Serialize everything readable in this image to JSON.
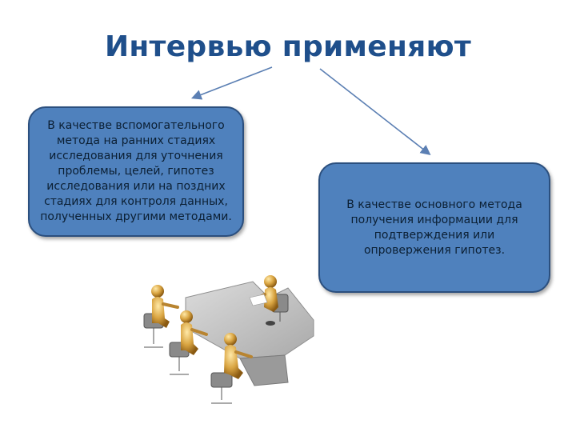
{
  "title": "Интервью применяют",
  "boxes": {
    "left": "В качестве вспомогательного метода на ранних стадиях исследования для уточнения проблемы, целей, гипотез исследования или на поздних стадиях для контроля данных, полученных другими методами.",
    "right": "В качестве основного метода получения информации для подтверждения или опровержения гипотез."
  },
  "colors": {
    "title": "#1f4f8b",
    "box_fill": "#4f81bd",
    "box_border": "#2b4f7e",
    "arrow": "#5b7fb3"
  },
  "illustration": "meeting-table-figures"
}
